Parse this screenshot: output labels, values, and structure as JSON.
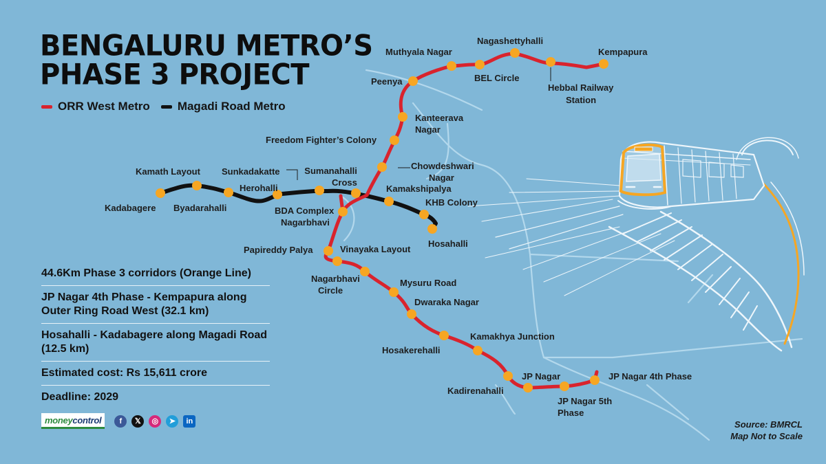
{
  "title": {
    "line1": "BENGALURU METRO’S",
    "line2": "PHASE 3 PROJECT"
  },
  "legend": [
    {
      "label": "ORR West Metro",
      "color": "#d9232d"
    },
    {
      "label": "Magadi Road Metro",
      "color": "#111111"
    }
  ],
  "info": [
    "44.6Km Phase 3 corridors (Orange Line)",
    "JP Nagar 4th Phase - Kempapura along Outer Ring Road West (32.1 km)",
    "Hosahalli - Kadabagere along Magadi Road (12.5 km)",
    "Estimated cost: Rs 15,611 crore",
    "Deadline: 2029"
  ],
  "brand": {
    "name_part1": "money",
    "name_part2": "control"
  },
  "social_icons": [
    "facebook-icon",
    "x-icon",
    "instagram-icon",
    "telegram-icon",
    "linkedin-icon"
  ],
  "source": {
    "line1": "Source: BMRCL",
    "line2": "Map Not to Scale"
  },
  "colors": {
    "background": "#80b7d7",
    "station": "#f6a623",
    "orr_line": "#d9232d",
    "magadi_line": "#111111",
    "train_accent": "#f6a623"
  },
  "stations": {
    "orr_west": [
      "Kempapura",
      "Hebbal Railway Station",
      "Nagashettyhalli",
      "BEL Circle",
      "Muthyala Nagar",
      "Peenya",
      "Kanteerava Nagar",
      "Freedom Fighter’s Colony",
      "Chowdeshwari Nagar",
      "Sumanahalli Cross",
      "Nagarbhavi Circle",
      "Vinayaka Layout",
      "Papireddy Palya",
      "Nagarbhavi",
      "Mysuru Road",
      "Dwaraka Nagar",
      "Kamakhya Junction",
      "Hosakerehalli",
      "Kadirenahalli",
      "JP Nagar",
      "JP Nagar 5th Phase",
      "JP Nagar 4th Phase"
    ],
    "magadi_road": [
      "Kadabagere",
      "Kamath Layout",
      "Byadarahalli",
      "Herohalli",
      "BDA Complex",
      "Sunkadakatte",
      "Sumanahalli Cross",
      "Kamakshipalya",
      "KHB Colony",
      "Hosahalli"
    ]
  },
  "labels": {
    "kempapura": "Kempapura",
    "hebbal": "Hebbal Railway Station",
    "hebbal_l1": "Hebbal Railway",
    "hebbal_l2": "Station",
    "nagashettyhalli": "Nagashettyhalli",
    "bel_circle": "BEL Circle",
    "muthyala_nagar": "Muthyala Nagar",
    "peenya": "Peenya",
    "kanteerava_l1": "Kanteerava",
    "kanteerava_l2": "Nagar",
    "freedom_fighters": "Freedom Fighter’s Colony",
    "chowdeshwari_l1": "Chowdeshwari",
    "chowdeshwari_l2": "Nagar",
    "sumanahalli_l1": "Sumanahalli",
    "sumanahalli_l2": "Cross",
    "kamakshipalya": "Kamakshipalya",
    "khb_colony": "KHB Colony",
    "hosahalli": "Hosahalli",
    "kamath_layout": "Kamath Layout",
    "sunkadakatte": "Sunkadakatte",
    "herohalli": "Herohalli",
    "kadabagere": "Kadabagere",
    "byadarahalli": "Byadarahalli",
    "bda_complex": "BDA Complex",
    "nagarbhavi": "Nagarbhavi",
    "papireddy_palya": "Papireddy Palya",
    "vinayaka_layout": "Vinayaka Layout",
    "nagarbhavi_circle_l1": "Nagarbhavi",
    "nagarbhavi_circle_l2": "Circle",
    "mysuru_road": "Mysuru Road",
    "dwaraka_nagar": "Dwaraka Nagar",
    "kamakhya_junction": "Kamakhya Junction",
    "hosakerehalli": "Hosakerehalli",
    "jp_nagar": "JP Nagar",
    "kadirenahalli": "Kadirenahalli",
    "jp_nagar_5th_l1": "JP Nagar 5th",
    "jp_nagar_5th_l2": "Phase",
    "jp_nagar_4th": "JP Nagar 4th Phase"
  }
}
